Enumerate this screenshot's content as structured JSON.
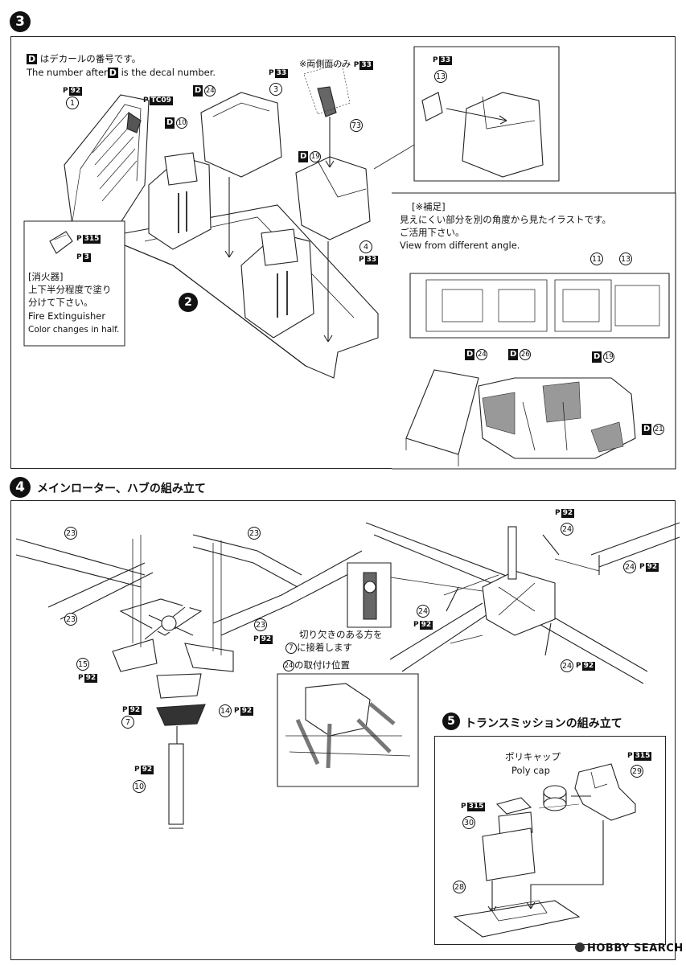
{
  "step3": {
    "number": "3",
    "decal_note_jp_suffix": "はデカールの番号です。",
    "decal_note_en_prefix": "The number after",
    "decal_note_en_suffix": "is the decal number.",
    "decal_box": "D",
    "both_sides_note": "※両側面のみ",
    "extinguisher_jp_title": "[消火器]",
    "extinguisher_jp_line1": "上下半分程度で塗り",
    "extinguisher_jp_line2": "分けて下さい。",
    "extinguisher_en_line1": "Fire Extinguisher",
    "extinguisher_en_line2": "Color changes in half.",
    "supplement_title": "[※補足]",
    "supplement_jp_line1": "見えにくい部分を別の角度から見たイラストです。",
    "supplement_jp_line2": "ご活用下さい。",
    "supplement_en": "View from different angle.",
    "subassembly": "2",
    "parts": {
      "p1": "1",
      "p3": "3",
      "p4": "4",
      "p13": "13",
      "p13b": "13",
      "p11": "11",
      "p73": "73"
    },
    "paints": {
      "p92": "92",
      "p33a": "33",
      "p33b": "33",
      "p33c": "33",
      "p33d": "33",
      "p315": "315",
      "p3": "3",
      "tc09": "TC09"
    },
    "decals": {
      "d10": "10",
      "d24": "24",
      "d19": "19",
      "d24b": "24",
      "d26": "26",
      "d19b": "19",
      "d21": "21"
    }
  },
  "step4": {
    "number": "4",
    "title": "メインローター、ハブの組み立て",
    "notch_note_line1": "切り欠きのある方を",
    "notch_note_line2_suffix": "に接着します",
    "notch_ref": "7",
    "position_ref": "24",
    "position_note_suffix": "の取付け位置",
    "parts": {
      "p23a": "23",
      "p23b": "23",
      "p23c": "23",
      "p23d": "23",
      "p15": "15",
      "p14": "14",
      "p7": "7",
      "p10": "10",
      "p24a": "24",
      "p24b": "24",
      "p24c": "24",
      "p24d": "24"
    },
    "paints": {
      "p92a": "92",
      "p92b": "92",
      "p92c": "92",
      "p92d": "92",
      "p92e": "92",
      "p92f": "92",
      "p92g": "92",
      "p92h": "92",
      "p92i": "92"
    }
  },
  "step5": {
    "number": "5",
    "title": "トランスミッションの組み立て",
    "polycap_jp": "ポリキャップ",
    "polycap_en": "Poly cap",
    "parts": {
      "p29": "29",
      "p30": "30",
      "p28": "28"
    },
    "paints": {
      "p315a": "315",
      "p315b": "315"
    }
  },
  "paint_prefix": "P",
  "watermark": "HOBBY SEARCH"
}
